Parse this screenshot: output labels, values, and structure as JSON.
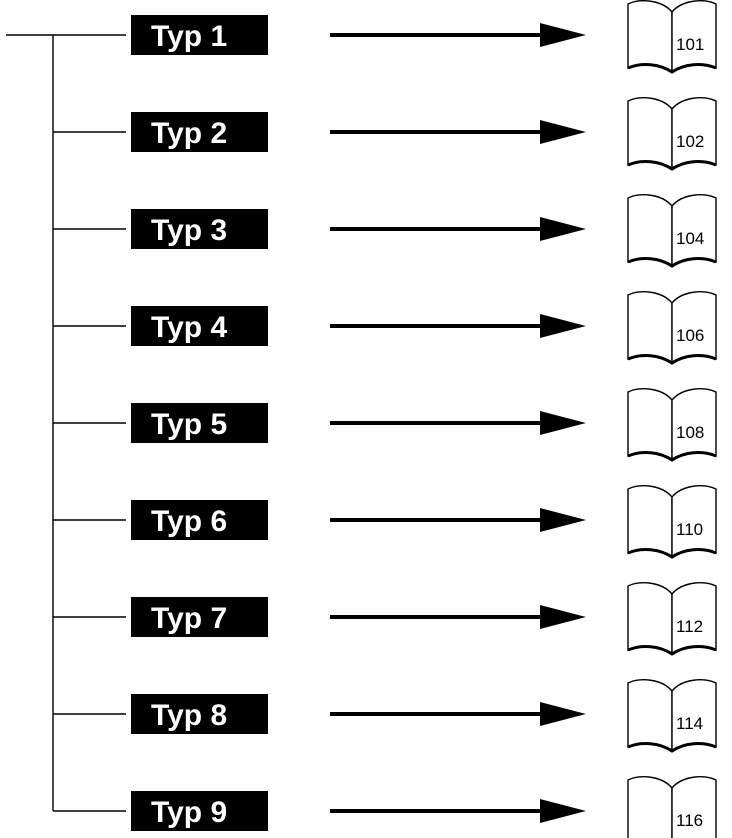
{
  "diagram": {
    "rows": [
      {
        "label": "Typ 1",
        "page": "101"
      },
      {
        "label": "Typ 2",
        "page": "102"
      },
      {
        "label": "Typ 3",
        "page": "104"
      },
      {
        "label": "Typ 4",
        "page": "106"
      },
      {
        "label": "Typ 5",
        "page": "108"
      },
      {
        "label": "Typ 6",
        "page": "110"
      },
      {
        "label": "Typ 7",
        "page": "112"
      },
      {
        "label": "Typ 8",
        "page": "114"
      },
      {
        "label": "Typ 9",
        "page": "116"
      }
    ],
    "colors": {
      "line": "#000000",
      "label_bg": "#000000",
      "label_text": "#ffffff",
      "book_fill": "#ffffff"
    },
    "icon": "open-book-icon"
  }
}
